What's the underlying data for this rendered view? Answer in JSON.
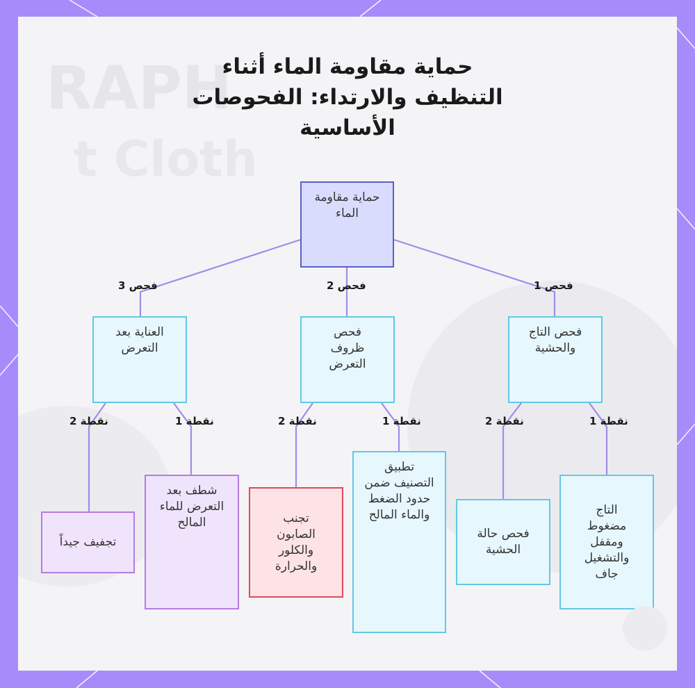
{
  "title": {
    "line1": "حماية مقاومة الماء أثناء",
    "line2": "التنظيف والارتداء: الفحوصات",
    "line3": "الأساسية"
  },
  "watermark": {
    "line1": "RAPH",
    "line2": "t Cloth"
  },
  "colors": {
    "frame": "#a78bfa",
    "root_fill": "#d9dcfc",
    "root_border": "#5b5fc7",
    "check_fill": "#e6f7fd",
    "check_border": "#62c8e6",
    "purple_fill": "#efe4fb",
    "purple_border": "#b57be0",
    "red_fill": "#fde3e6",
    "red_border": "#e0495a",
    "edge": "#a48ae8"
  },
  "nodes": {
    "root": "حماية مقاومة الماء",
    "check1": "فحص التاج والحشية",
    "check2": "فحص ظروف التعرض",
    "check3": "العناية بعد التعرض",
    "c1_p1": "التاج مضغوط ومقفل والتشغيل جاف",
    "c1_p2": "فحص حالة الحشية",
    "c2_p1": "تطبيق التصنيف ضمن حدود الضغط والماء المالح",
    "c2_p2": "تجنب الصابون والكلور والحرارة",
    "c3_p1": "شطف بعد التعرض للماء المالح",
    "c3_p2": "تجفيف جيداً"
  },
  "edge_labels": {
    "check1": "فحص 1",
    "check2": "فحص 2",
    "check3": "فحص 3",
    "c1_p1": "نقطة 1",
    "c1_p2": "نقطة 2",
    "c2_p1": "نقطة 1",
    "c2_p2": "نقطة 2",
    "c3_p1": "نقطة 1",
    "c3_p2": "نقطة 2"
  }
}
